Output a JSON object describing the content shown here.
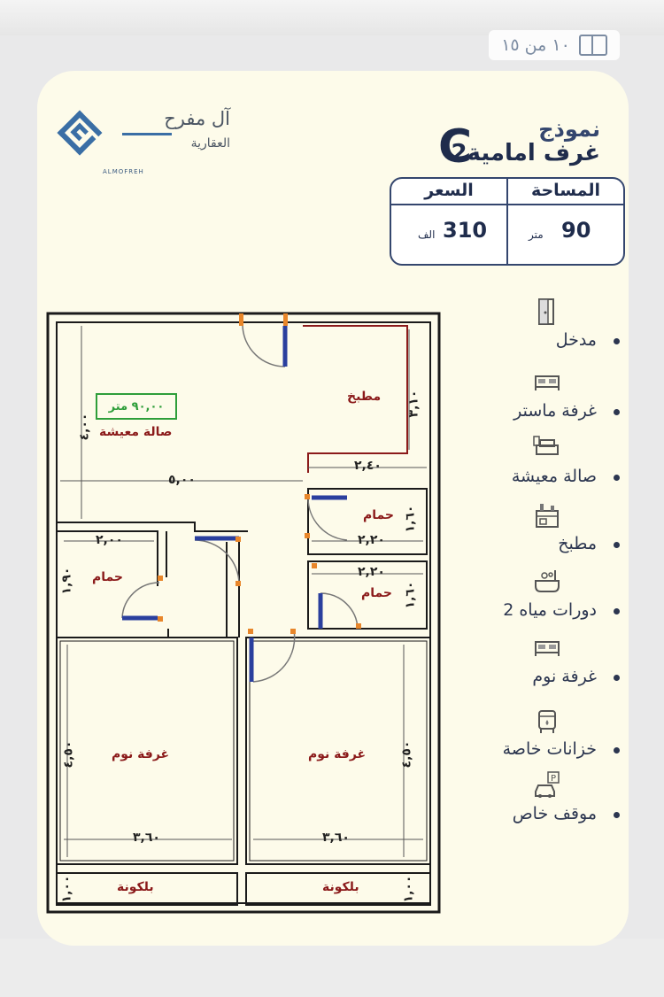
{
  "page_counter": "١٠ من ١٥",
  "logo": {
    "name": "آل مفرح",
    "subtitle": "العقارية",
    "small": "ALMOFREH"
  },
  "model": {
    "label": "نموذج",
    "letter": "C",
    "rooms": "2غرف امامية"
  },
  "info": {
    "area_header": "المساحة",
    "price_header": "السعر",
    "area_value": "90",
    "area_unit": "متر",
    "price_value": "310",
    "price_unit": "الف"
  },
  "features": [
    {
      "label": "مدخل",
      "icon": "door-icon"
    },
    {
      "label": "غرفة ماستر",
      "icon": "bed-icon"
    },
    {
      "label": "صالة معيشة",
      "icon": "sofa-icon"
    },
    {
      "label": "مطبخ",
      "icon": "kitchen-icon"
    },
    {
      "label": "2 دورات مياه",
      "icon": "bathtub-icon"
    },
    {
      "label": "غرفة نوم",
      "icon": "bed-icon"
    },
    {
      "label": "خزانات خاصة",
      "icon": "water-tank-icon"
    },
    {
      "label": "موقف خاص",
      "icon": "parking-icon"
    }
  ],
  "plan": {
    "living_area_badge": "٩٠,٠٠ متر",
    "rooms": {
      "living": "صالة معيشة",
      "kitchen": "مطبخ",
      "bath_left": "حمام",
      "bath_right_top": "حمام",
      "bath_right_bottom": "حمام",
      "bedroom_left": "غرفة نوم",
      "bedroom_right": "غرفة نوم",
      "balcony_left": "بلكونة",
      "balcony_right": "بلكونة"
    },
    "dims": {
      "living_width": "٥,٠٠",
      "living_height": "٤,٠٠",
      "kitchen_width": "٢,٤٠",
      "kitchen_height": "٣,١٠",
      "bath_left_width": "٢,٠٠",
      "bath_left_height": "١,٩٠",
      "bath_rt_width": "٢,٢٠",
      "bath_rt_height": "١,٦٠",
      "bath_rb_width": "٢,٢٠",
      "bath_rb_height": "١,٦٠",
      "bed_left_width": "٣,٦٠",
      "bed_left_height": "٤,٥٠",
      "bed_right_width": "٣,٦٠",
      "bed_right_height": "٤,٥٠",
      "balcony_left_height": "١,٠٠",
      "balcony_right_height": "١,٠٠"
    }
  },
  "colors": {
    "brand_dark": "#1f2c4c",
    "wall": "#1a1a1a",
    "room_label": "#8b1a1a",
    "door_accent": "#2a3f9e",
    "door_frame": "#e8862a",
    "area_badge": "#2e9e3a",
    "card_bg": "#fdfbea"
  }
}
